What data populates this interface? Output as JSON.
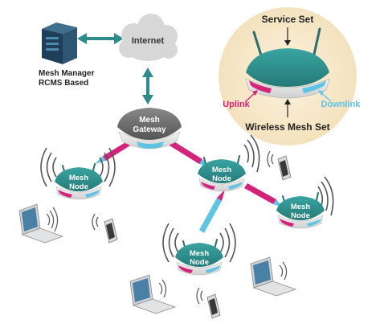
{
  "labels": {
    "mesh_manager_line1": "Mesh Manager",
    "mesh_manager_line2": "RCMS Based",
    "internet": "Internet",
    "gateway_line1": "Mesh",
    "gateway_line2": "Gateway",
    "node_line1": "Mesh",
    "node_line2": "Node",
    "service_set": "Service Set",
    "uplink": "Uplink",
    "downlink": "Downlink",
    "wireless_mesh_set": "Wireless Mesh Set"
  },
  "colors": {
    "node_teal": "#2e8f8c",
    "node_teal_dark": "#1f6d6b",
    "gateway_gray": "#6d6d6d",
    "gateway_gray_dark": "#4a4a4a",
    "uplink_magenta": "#d4237a",
    "downlink_blue": "#5fc3e4",
    "arrow_teal": "#2d8c8a",
    "legend_bg": "#f9ecd2",
    "signal_gray": "#555555"
  },
  "icons": [
    "server-icon",
    "cloud-icon",
    "laptop-icon",
    "phone-icon",
    "wifi-signal-icon",
    "antenna-icon"
  ]
}
